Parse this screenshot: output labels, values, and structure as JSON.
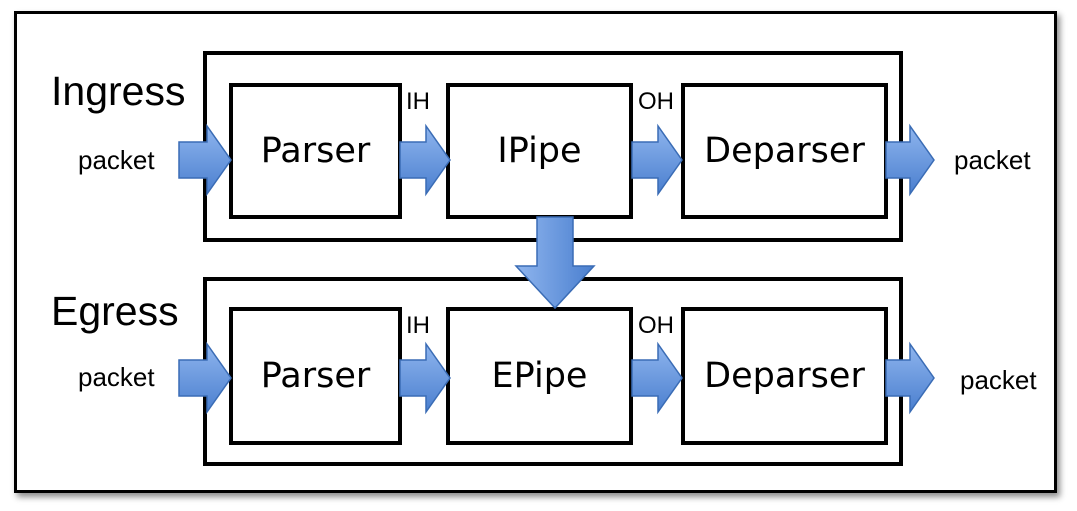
{
  "ingress": {
    "label": "Ingress",
    "input": "packet",
    "output": "packet",
    "blocks": [
      "Parser",
      "IPipe",
      "Deparser"
    ],
    "headers": [
      "IH",
      "OH"
    ]
  },
  "egress": {
    "label": "Egress",
    "input": "packet",
    "output": "packet",
    "blocks": [
      "Parser",
      "EPipe",
      "Deparser"
    ],
    "headers": [
      "IH",
      "OH"
    ]
  },
  "colors": {
    "arrow_fill": "#5b8fd8",
    "arrow_stroke": "#3a6cb5",
    "border": "#000000"
  }
}
